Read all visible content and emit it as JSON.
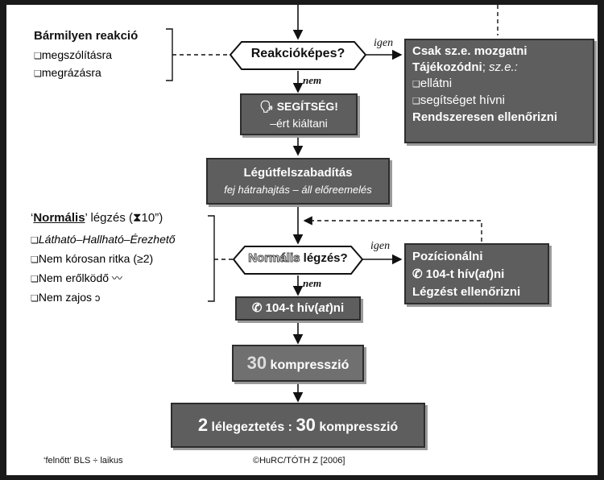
{
  "colors": {
    "box": "#5e5e5e",
    "box_border": "#2d2d2d",
    "line": "#111111",
    "page": "#ffffff"
  },
  "left_panel_1": {
    "title": "Bármilyen reakció",
    "items": [
      "megszólításra",
      "megrázásra"
    ]
  },
  "decision_1": {
    "label": "Reakcióképes?",
    "yes": "igen",
    "no": "nem"
  },
  "right_box_1": {
    "line1": "Csak sz.e. mozgatni",
    "line2_a": "Tájékozódni",
    "line2_b": "; ",
    "line2_c": "sz.e.:",
    "items": [
      "ellátni",
      "segítséget hívni"
    ],
    "line5": "Rendszeresen ellenőrizni"
  },
  "help_box": {
    "icon": "speaker-icon",
    "line1": "SEGÍTSÉG!",
    "line2": "–ért kiáltani"
  },
  "airway_box": {
    "line1": "Légútfelszabadítás",
    "line2": "fej hátrahajtás – áll előreemelés"
  },
  "left_panel_2": {
    "title_q1": "‘",
    "title_word": "Normális",
    "title_q2": "’ légzés (",
    "title_sym": "⧗",
    "title_end": "10”)",
    "items": [
      {
        "text": "Látható–Hallható–Érezhető",
        "italic": true,
        "icon": ""
      },
      {
        "text": "Nem kórosan ritka (≥2)",
        "italic": false,
        "icon": ""
      },
      {
        "text": "Nem erőlködő",
        "italic": false,
        "icon": "lungs-icon"
      },
      {
        "text": "Nem zajos",
        "italic": false,
        "icon": "ear-icon"
      }
    ]
  },
  "decision_2": {
    "label_a": "Normális",
    "label_b": " légzés?",
    "yes": "igen",
    "no": "nem"
  },
  "right_box_2": {
    "line1": "Pozícionálni",
    "line2_icon": "phone-icon",
    "line2_a": "104-t hív(",
    "line2_b": "at",
    "line2_c": ")ni",
    "line3": "Légzést ellenőrizni"
  },
  "call_box": {
    "icon": "phone-icon",
    "text_a": "104-t hív(",
    "text_b": "at",
    "text_c": ")ni"
  },
  "compression_box": {
    "num": "30",
    "text": " kompresszió"
  },
  "final_box": {
    "num1": "2",
    "mid": " lélegeztetés : ",
    "num2": "30",
    "end": " kompresszió"
  },
  "footer": {
    "left": "‘felnőtt’ BLS ÷ laikus",
    "right": "©HuRC/TÓTH Z [2006]"
  }
}
